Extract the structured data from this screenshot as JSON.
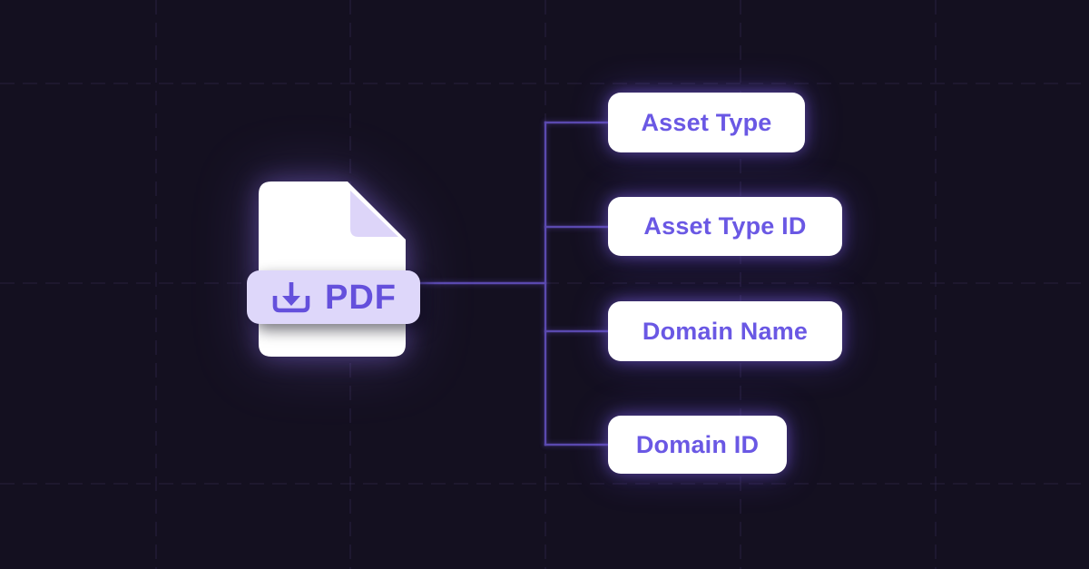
{
  "diagram": {
    "type": "mindmap",
    "root": {
      "label": "PDF",
      "icon": "download-icon",
      "shape": "document-with-folded-corner"
    },
    "nodes": [
      {
        "label": "Asset Type"
      },
      {
        "label": "Asset Type ID"
      },
      {
        "label": "Domain Name"
      },
      {
        "label": "Domain ID"
      }
    ]
  },
  "colors": {
    "bg": "#141020",
    "grid": "#332b4e",
    "line": "#5a49ae",
    "node-bg": "#ffffff",
    "node-text": "#6a58e4",
    "banner-bg": "#ded7fa",
    "accent": "#6450dc",
    "doc-fill": "#ffffff",
    "fold-fill": "#ddd5f9",
    "glow": "#8b6bff"
  }
}
